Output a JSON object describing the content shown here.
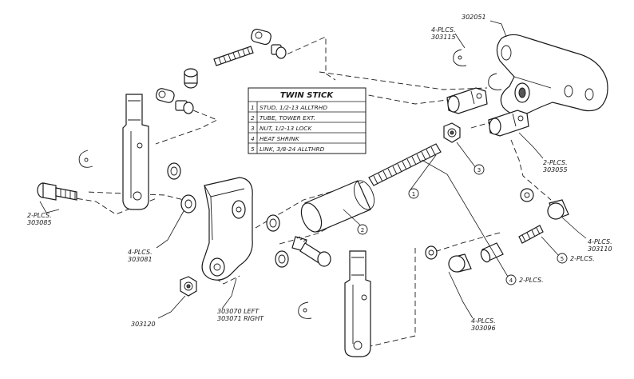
{
  "table": {
    "title": "TWIN STICK",
    "rows": [
      {
        "num": "1",
        "desc": "STUD, 1/2-13 ALLTRHD"
      },
      {
        "num": "2",
        "desc": "TUBE, TOWER EXT."
      },
      {
        "num": "3",
        "desc": "NUT, 1/2-13 LOCK"
      },
      {
        "num": "4",
        "desc": "HEAT SHRINK"
      },
      {
        "num": "5",
        "desc": "LINK, 3/8-24 ALLTHRD"
      }
    ]
  },
  "callouts": {
    "p302051": "302051",
    "p303115_qty": "4-PLCS.",
    "p303115": "303115",
    "p303055_qty": "2-PLCS.",
    "p303055": "303055",
    "p303110_qty": "4-PLCS.",
    "p303110": "303110",
    "p303085_qty": "2-PLCS.",
    "p303085": "303085",
    "p303081_qty": "4-PLCS.",
    "p303081": "303081",
    "p303120": "303120",
    "p303070": "303070  LEFT",
    "p303071": "303071  RIGHT",
    "p303096_qty": "4-PLCS.",
    "p303096": "303096",
    "item5_qty": "2-PLCS.",
    "item4_qty": "2-PLCS."
  },
  "bubbles": {
    "b1": "1",
    "b2": "2",
    "b3": "3",
    "b4": "4",
    "b5": "5"
  }
}
